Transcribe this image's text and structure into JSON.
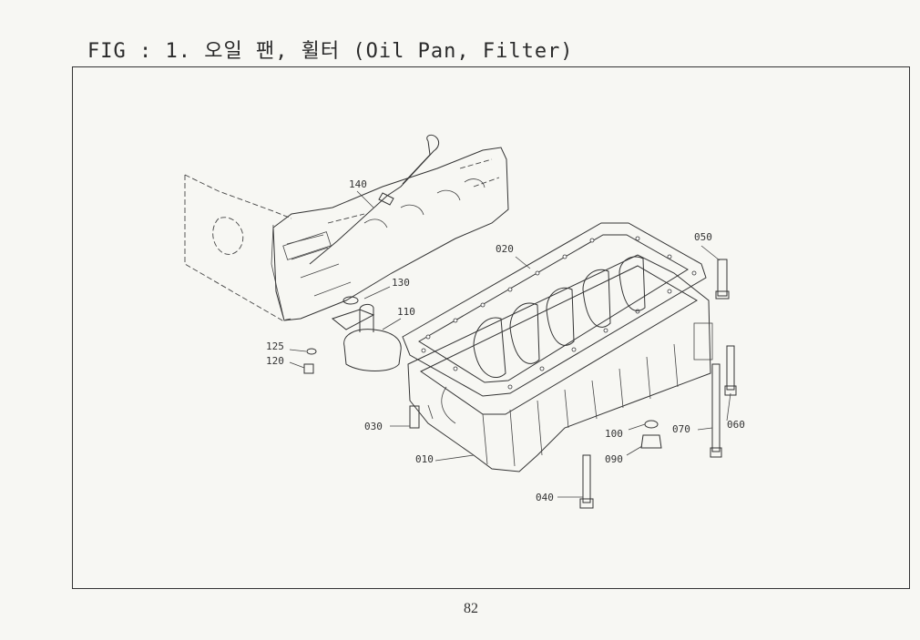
{
  "header": {
    "title": "FIG : 1. 오일 팬, 휠터 (Oil Pan, Filter)"
  },
  "diagram": {
    "callouts": [
      {
        "id": "140",
        "label": "140"
      },
      {
        "id": "020",
        "label": "020"
      },
      {
        "id": "050",
        "label": "050"
      },
      {
        "id": "130",
        "label": "130"
      },
      {
        "id": "110",
        "label": "110"
      },
      {
        "id": "125",
        "label": "125"
      },
      {
        "id": "120",
        "label": "120"
      },
      {
        "id": "030",
        "label": "030"
      },
      {
        "id": "010",
        "label": "010"
      },
      {
        "id": "100",
        "label": "100"
      },
      {
        "id": "090",
        "label": "090"
      },
      {
        "id": "070",
        "label": "070"
      },
      {
        "id": "060",
        "label": "060"
      },
      {
        "id": "040",
        "label": "040"
      }
    ]
  },
  "footer": {
    "page_number": "82"
  }
}
